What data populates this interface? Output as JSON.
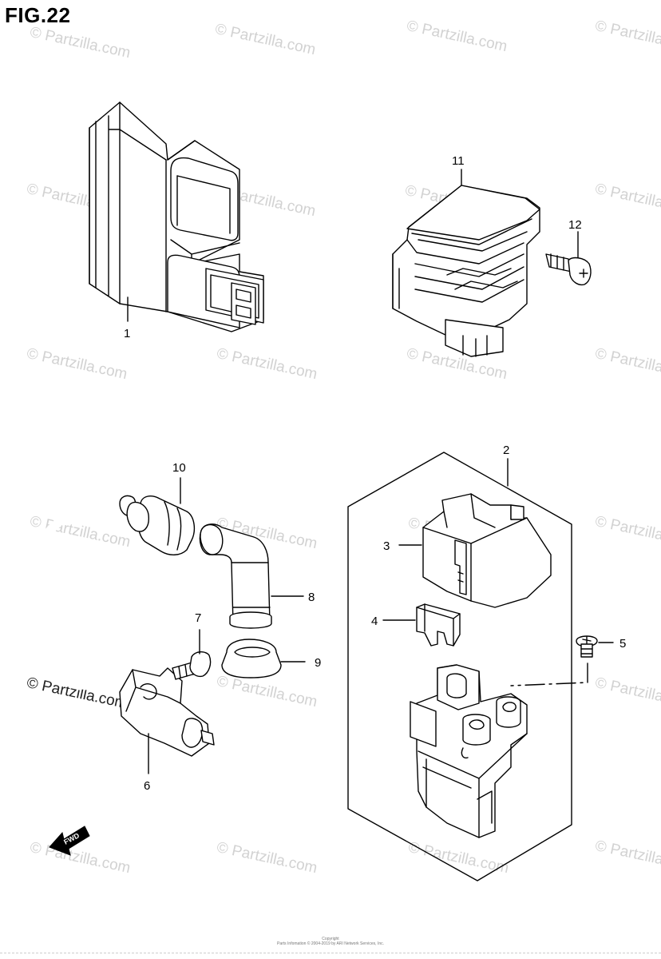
{
  "figure_title": "FIG.22",
  "watermark": "© Partzilla.com",
  "fwd_label": "FWD",
  "copyright": {
    "line1": "Copyright",
    "line2": "Parts Infomation © 2004-2019 by ARI Network Services, Inc."
  },
  "callouts": [
    {
      "id": "1",
      "label": "1"
    },
    {
      "id": "2",
      "label": "2"
    },
    {
      "id": "3",
      "label": "3"
    },
    {
      "id": "4",
      "label": "4"
    },
    {
      "id": "5",
      "label": "5"
    },
    {
      "id": "6",
      "label": "6"
    },
    {
      "id": "7",
      "label": "7"
    },
    {
      "id": "8",
      "label": "8"
    },
    {
      "id": "9",
      "label": "9"
    },
    {
      "id": "10",
      "label": "10"
    },
    {
      "id": "11",
      "label": "11"
    },
    {
      "id": "12",
      "label": "12"
    }
  ]
}
